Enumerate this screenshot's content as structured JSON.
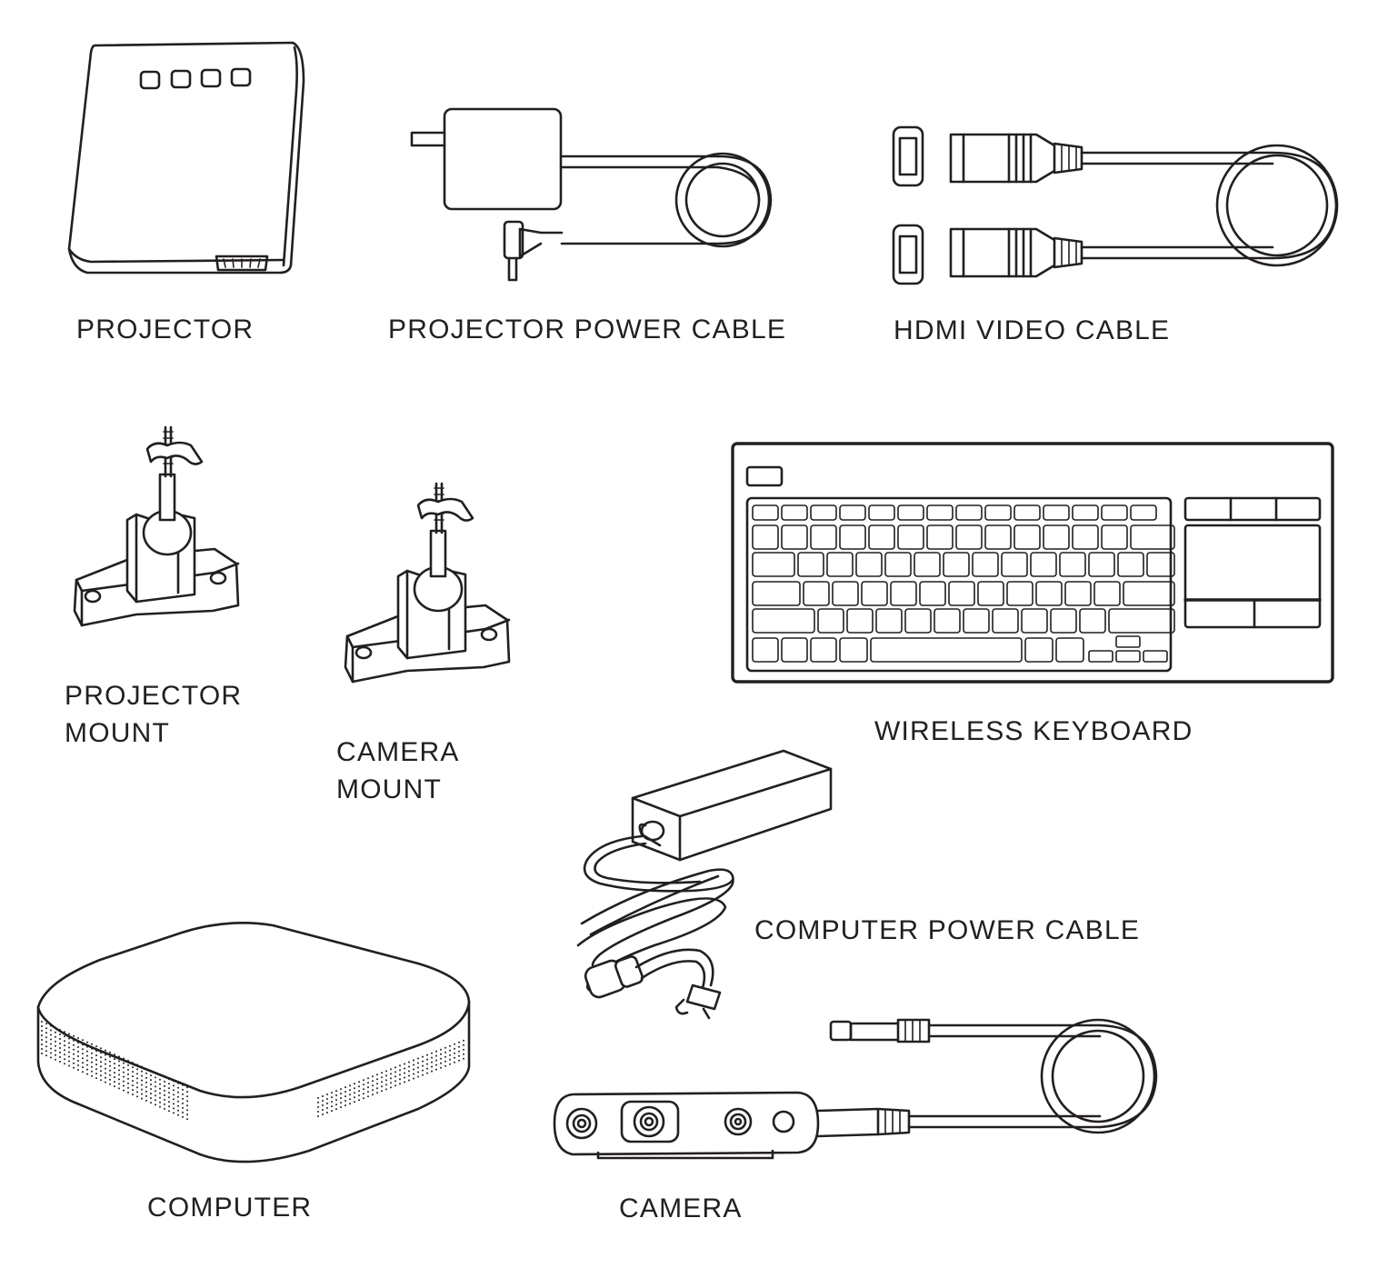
{
  "items": [
    {
      "id": "projector",
      "label": "PROJECTOR",
      "icon": "projector-icon"
    },
    {
      "id": "projector_power_cable",
      "label": "PROJECTOR POWER CABLE",
      "icon": "power-adapter-icon"
    },
    {
      "id": "hdmi_video_cable",
      "label": "HDMI VIDEO CABLE",
      "icon": "hdmi-cable-icon"
    },
    {
      "id": "projector_mount",
      "label_line1": "PROJECTOR",
      "label_line2": "MOUNT",
      "icon": "mount-icon"
    },
    {
      "id": "camera_mount",
      "label_line1": "CAMERA",
      "label_line2": "MOUNT",
      "icon": "mount-icon"
    },
    {
      "id": "wireless_keyboard",
      "label": "WIRELESS KEYBOARD",
      "icon": "keyboard-icon"
    },
    {
      "id": "computer_power_cable",
      "label": "COMPUTER POWER CABLE",
      "icon": "power-brick-icon"
    },
    {
      "id": "computer",
      "label": "COMPUTER",
      "icon": "computer-icon"
    },
    {
      "id": "camera",
      "label": "CAMERA",
      "icon": "camera-icon"
    }
  ],
  "colors": {
    "line": "#231f20",
    "background": "#ffffff"
  }
}
